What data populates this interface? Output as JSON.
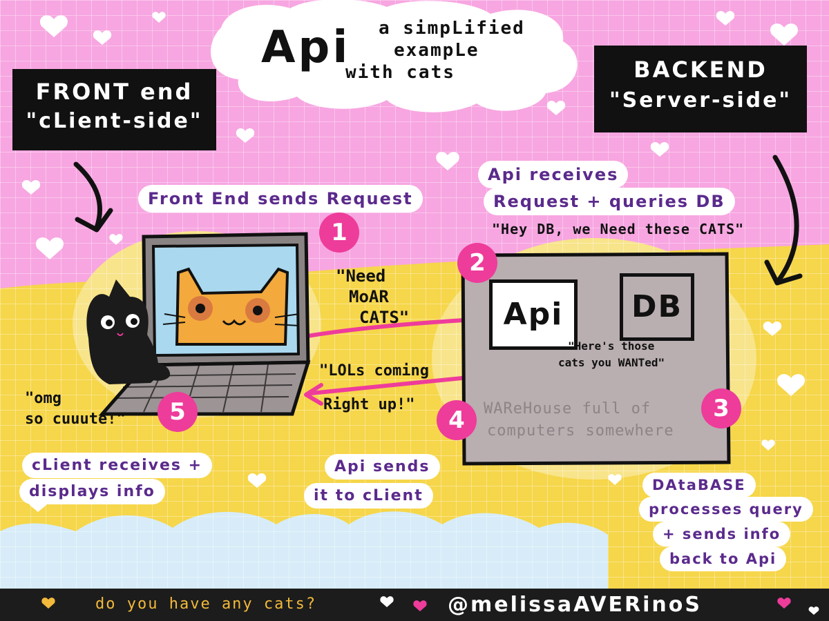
{
  "title": {
    "main": "Api",
    "sub_line1": "a simpLified",
    "sub_line2": "exampLe",
    "sub_line3": "with cats"
  },
  "frontend": {
    "title_line1": "FRONT end",
    "title_line2": "\"cLient-side\""
  },
  "backend": {
    "title_line1": "BACKEND",
    "title_line2": "\"Server-side\""
  },
  "steps": {
    "step1": {
      "number": "1",
      "label": "Front End sends Request"
    },
    "step2": {
      "number": "2",
      "label_line1": "Api receives",
      "label_line2": "Request + queries DB",
      "quote": "\"Hey DB, we Need these CATS\""
    },
    "step3": {
      "number": "3",
      "label_line1": "DAtaBASE",
      "label_line2": "processes query",
      "label_line3": "+ sends info",
      "label_line4": "back to Api"
    },
    "step4": {
      "number": "4",
      "label_line1": "Api sends",
      "label_line2": "it to cLient"
    },
    "step5": {
      "number": "5",
      "label_line1": "cLient receives +",
      "label_line2": "displays info"
    }
  },
  "quotes": {
    "need_cats_line1": "\"Need",
    "need_cats_line2": "MoAR",
    "need_cats_line3": "CATS\"",
    "lols_line1": "\"LOLs coming",
    "lols_line2": "Right up!\"",
    "omg_line1": "\"omg",
    "omg_line2": "so cuuute!\"",
    "db_reply_line1": "\"Here's those",
    "db_reply_line2": "cats you WANTed\""
  },
  "server": {
    "api_label": "Api",
    "db_label": "DB",
    "warehouse_line1": "WAReHouse full of",
    "warehouse_line2": "computers somewhere"
  },
  "footer": {
    "question": "do you have any cats?",
    "handle": "@melissaAVERinoS"
  },
  "colors": {
    "pink_bg": "#f7a6e1",
    "yellow_bg": "#f6d64a",
    "accent_magenta": "#ee3c9b",
    "label_purple": "#5b2a8c",
    "server_gray": "#b9aeb0",
    "cat_orange": "#f3a93c",
    "screen_blue": "#a9d8ef",
    "cloud_blue": "#d7ecf8"
  }
}
